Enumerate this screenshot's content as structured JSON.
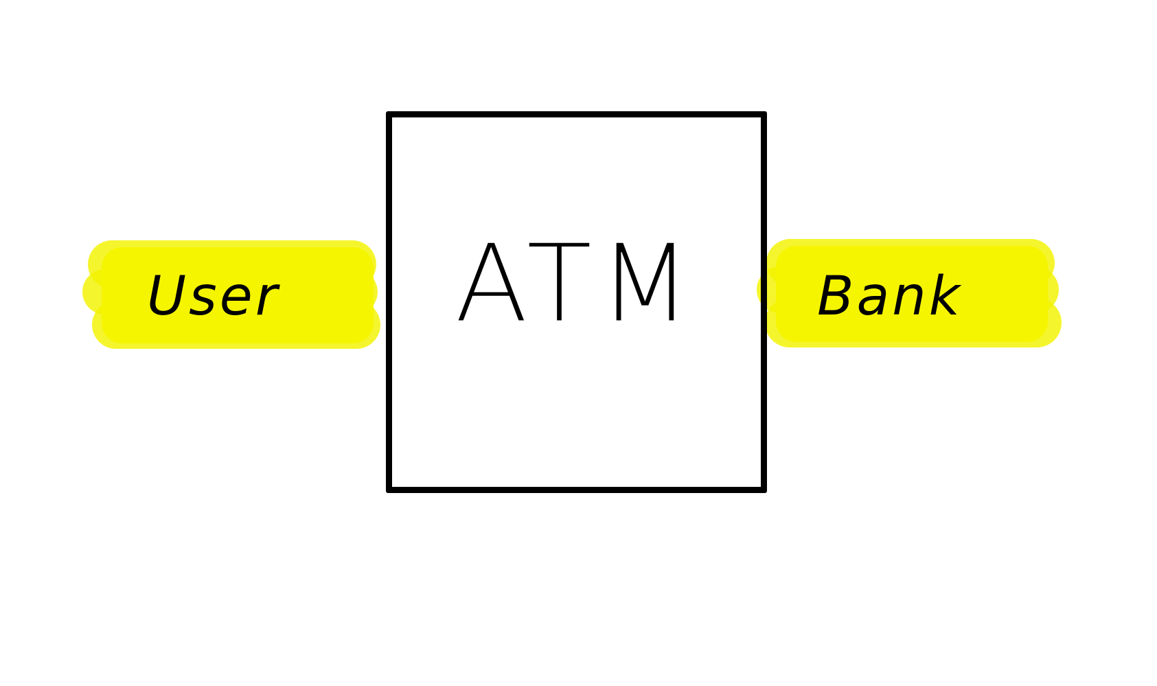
{
  "diagram": {
    "center_label": "ATM",
    "left_label": "User",
    "right_label": "Bank"
  },
  "colors": {
    "highlight": "#f5f500",
    "stroke": "#000000",
    "background": "#ffffff"
  },
  "icons": {
    "left_highlight": "highlighter-stroke-icon",
    "right_highlight": "highlighter-stroke-icon"
  }
}
